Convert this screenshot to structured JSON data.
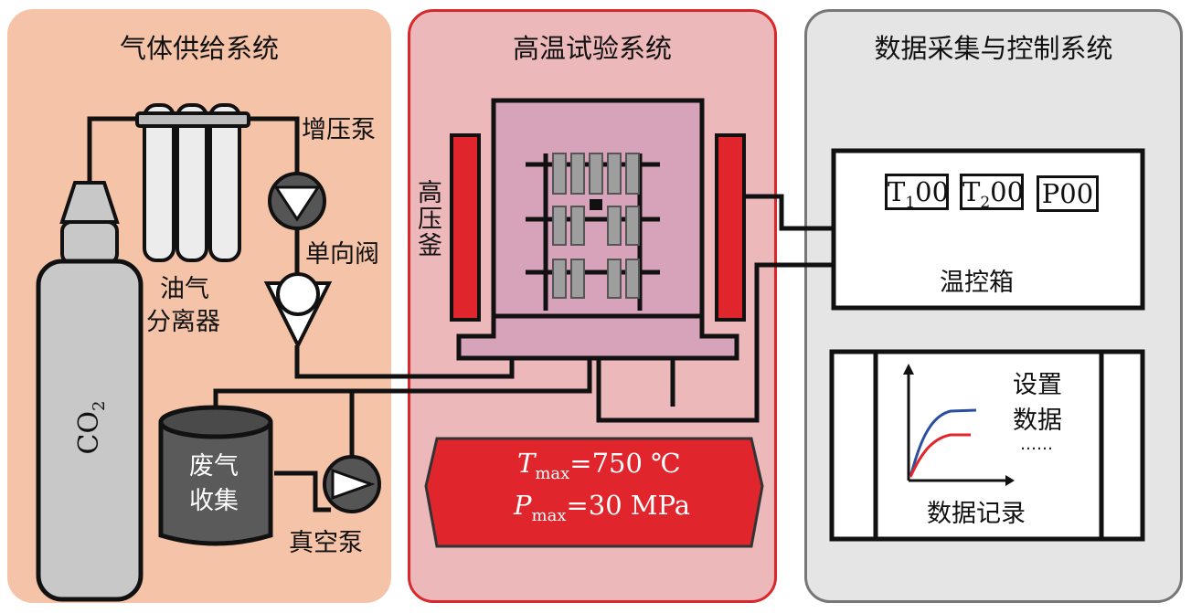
{
  "panels": {
    "gas_supply": {
      "title": "气体供给系统"
    },
    "high_temp": {
      "title": "高温试验系统"
    },
    "daq": {
      "title": "数据采集与控制系统"
    }
  },
  "labels": {
    "booster_pump": "增压泵",
    "check_valve": "单向阀",
    "oil_gas_separator_line1": "油气",
    "oil_gas_separator_line2": "分离器",
    "co2_main": "CO",
    "co2_sub": "2",
    "waste_line1": "废气",
    "waste_line2": "收集",
    "vacuum_pump": "真空泵",
    "autoclave": "高压釜",
    "temp_control_box": "温控箱",
    "settings_line1": "设置",
    "settings_line2": "数据",
    "ellipsis": "……",
    "data_record": "数据记录"
  },
  "readouts": [
    {
      "prefix": "T",
      "sub": "1",
      "value": "00"
    },
    {
      "prefix": "T",
      "sub": "2",
      "value": "00"
    },
    {
      "prefix": "P",
      "sub": "",
      "value": "00"
    }
  ],
  "specs": {
    "t_symbol": "T",
    "t_sub": "max",
    "t_value": "=750 ℃",
    "p_symbol": "P",
    "p_sub": "max",
    "p_value": "=30 MPa"
  },
  "colors": {
    "gas_panel": "#f5c3a8",
    "test_panel": "#ecb8ba",
    "test_border": "#d9282b",
    "daq_panel": "#e5e5e5",
    "heater_red": "#e0262c",
    "chamber": "#d6a3bb",
    "curve_blue": "#2b4fa0",
    "curve_red": "#e0262c"
  }
}
